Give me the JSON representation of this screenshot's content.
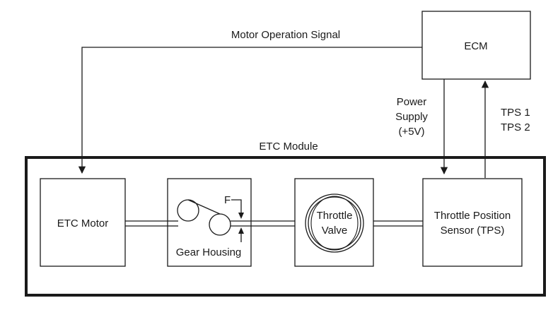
{
  "diagram": {
    "labels": {
      "motor_signal": "Motor Operation Signal",
      "ecm": "ECM",
      "power_supply_1": "Power",
      "power_supply_2": "Supply",
      "power_supply_3": "(+5V)",
      "tps1": "TPS 1",
      "tps2": "TPS 2",
      "module": "ETC Module",
      "etc_motor": "ETC Motor",
      "gear_housing": "Gear Housing",
      "f_marker": "F",
      "throttle_1": "Throttle",
      "throttle_2": "Valve",
      "tps_box_1": "Throttle Position",
      "tps_box_2": "Sensor (TPS)"
    }
  }
}
